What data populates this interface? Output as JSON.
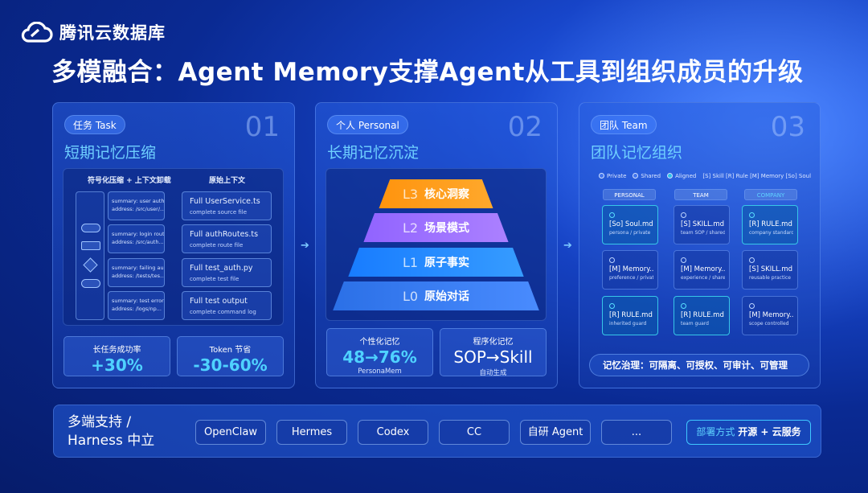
{
  "brand": {
    "name": "腾讯云数据库",
    "icon": "cloud-icon"
  },
  "headline": "多模融合：Agent Memory支撑Agent从工具到组织成员的升级",
  "panels": {
    "task": {
      "tag": "任务 Task",
      "number": "01",
      "title": "短期记忆压缩",
      "col_left": "符号化压缩 + 上下文卸载",
      "col_right": "原始上下文",
      "summaries": [
        {
          "l1": "summary: user auth ...",
          "l2": "address: /src/user/..."
        },
        {
          "l1": "summary: login rout...",
          "l2": "address: /src/auth..."
        },
        {
          "l1": "summary: failing au...",
          "l2": "address: /tests/tes..."
        },
        {
          "l1": "summary: test error ...",
          "l2": "address: /logs/np..."
        }
      ],
      "full": [
        {
          "title": "Full UserService.ts",
          "sub": "complete source file"
        },
        {
          "title": "Full authRoutes.ts",
          "sub": "complete route file"
        },
        {
          "title": "Full test_auth.py",
          "sub": "complete test file"
        },
        {
          "title": "Full test output",
          "sub": "complete command log"
        }
      ],
      "stats": [
        {
          "label": "长任务成功率",
          "value": "+30%"
        },
        {
          "label": "Token 节省",
          "value": "-30-60%"
        }
      ]
    },
    "personal": {
      "tag": "个人 Personal",
      "number": "02",
      "title": "长期记忆沉淀",
      "levels": [
        {
          "level": "L3",
          "text": "核心洞察",
          "color": "#ff9a1a"
        },
        {
          "level": "L2",
          "text": "场景模式",
          "color": "#9a6bff"
        },
        {
          "level": "L1",
          "text": "原子事实",
          "color": "#1e8cff"
        },
        {
          "level": "L0",
          "text": "原始对话",
          "color": "#2f7bf0"
        }
      ],
      "stats": [
        {
          "label": "个性化记忆",
          "value": "48→76%",
          "sub": "PersonaMem"
        },
        {
          "label": "程序化记忆",
          "value": "SOP→Skill",
          "sub": "自动生成"
        }
      ]
    },
    "team": {
      "tag": "团队 Team",
      "number": "03",
      "title": "团队记忆组织",
      "legend": [
        "Private",
        "Shared",
        "Aligned",
        "[S] Skill [R] Rule [M] Memory [So] Soul"
      ],
      "columns": [
        "PERSONAL",
        "TEAM",
        "COMPANY"
      ],
      "cards": [
        {
          "title": "[So] Soul.md",
          "sub": "persona / private",
          "style": "g"
        },
        {
          "title": "[S] SKILL.md",
          "sub": "team SOP / shared",
          "style": "p"
        },
        {
          "title": "[R] RULE.md",
          "sub": "company standard",
          "style": "g"
        },
        {
          "title": "[M] Memory....",
          "sub": "preference / private",
          "style": "p"
        },
        {
          "title": "[M] Memory....",
          "sub": "experience / shared",
          "style": "p"
        },
        {
          "title": "[S] SKILL.md",
          "sub": "reusable practice",
          "style": "p"
        },
        {
          "title": "[R] RULE.md",
          "sub": "inherited guard",
          "style": "g"
        },
        {
          "title": "[R] RULE.md",
          "sub": "team guard",
          "style": "g"
        },
        {
          "title": "[M] Memory....",
          "sub": "scope controlled",
          "style": "p"
        }
      ],
      "governance": "记忆治理：可隔离、可授权、可审计、可管理"
    }
  },
  "bottom": {
    "label_line1": "多端支持 /",
    "label_line2": "Harness 中立",
    "platforms": [
      "OpenClaw",
      "Hermes",
      "Codex",
      "CC",
      "自研 Agent",
      "..."
    ],
    "deploy_key": "部署方式",
    "deploy_value": "开源 + 云服务"
  },
  "colors": {
    "accent": "#4fd2ff",
    "title_cyan": "#6fd0ff",
    "deploy_border": "#3fc8ff"
  }
}
